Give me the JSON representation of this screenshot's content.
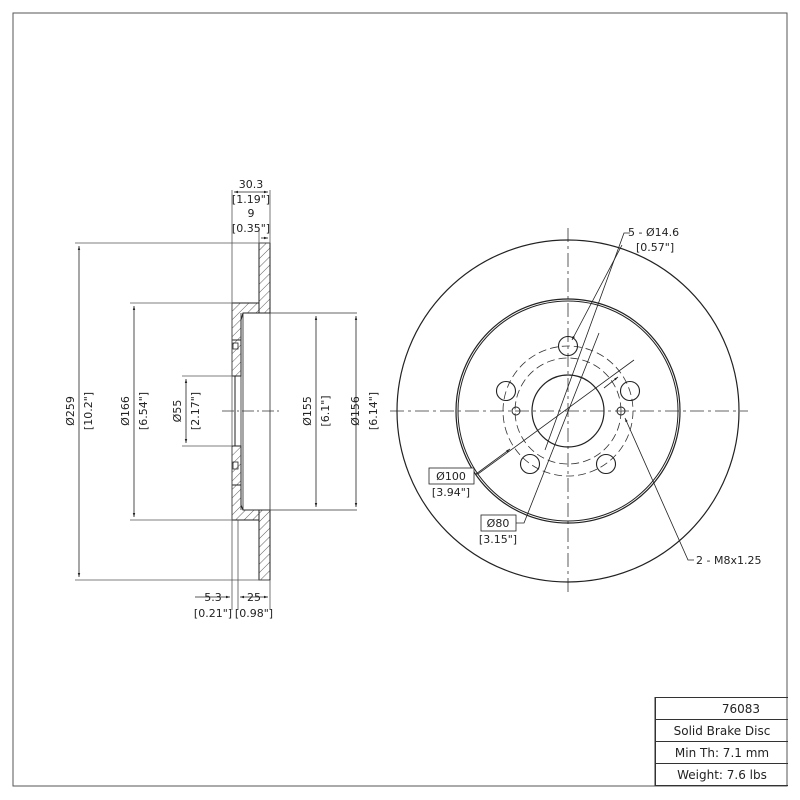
{
  "section_view": {
    "overall_width": {
      "mm": "30.3",
      "in": "[1.19\"]"
    },
    "hat_thickness": {
      "mm": "9",
      "in": "[0.35\"]"
    },
    "outer_diameter": {
      "mm": "Ø259",
      "in": "[10.2\"]"
    },
    "hat_diameter": {
      "mm": "Ø166",
      "in": "[6.54\"]"
    },
    "center_bore": {
      "mm": "Ø55",
      "in": "[2.17\"]"
    },
    "inner_diameter_1": {
      "mm": "Ø155",
      "in": "[6.1\"]"
    },
    "inner_diameter_2": {
      "mm": "Ø156",
      "in": "[6.14\"]"
    },
    "flange_thickness": {
      "mm": "5.3",
      "in": "[0.21\"]"
    },
    "disc_thickness": {
      "mm": "25",
      "in": "[0.98\"]"
    }
  },
  "plan_view": {
    "lug_holes": {
      "label": "5 - Ø14.6",
      "in": "[0.57\"]"
    },
    "bolt_circle": {
      "mm": "Ø100",
      "in": "[3.94\"]"
    },
    "pilot_circle": {
      "mm": "Ø80",
      "in": "[3.15\"]"
    },
    "threaded_holes": {
      "label": "2 - M8x1.25"
    }
  },
  "title_block": {
    "part_number": "76083",
    "description": "Solid Brake Disc",
    "min_thickness": "Min Th: 7.1 mm",
    "weight": "Weight: 7.6 lbs"
  }
}
